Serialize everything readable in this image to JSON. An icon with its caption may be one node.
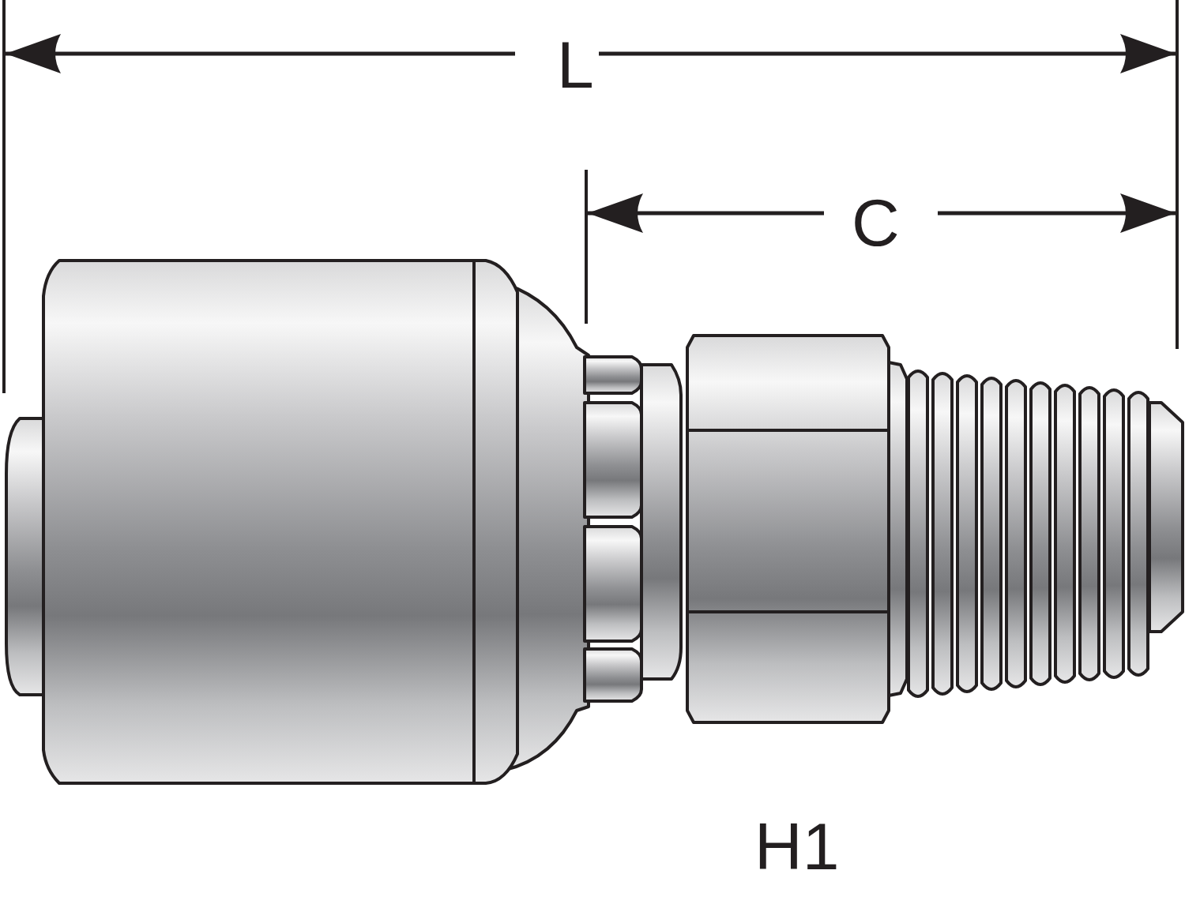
{
  "diagram": {
    "labels": [
      "L",
      "C",
      "H1"
    ]
  }
}
